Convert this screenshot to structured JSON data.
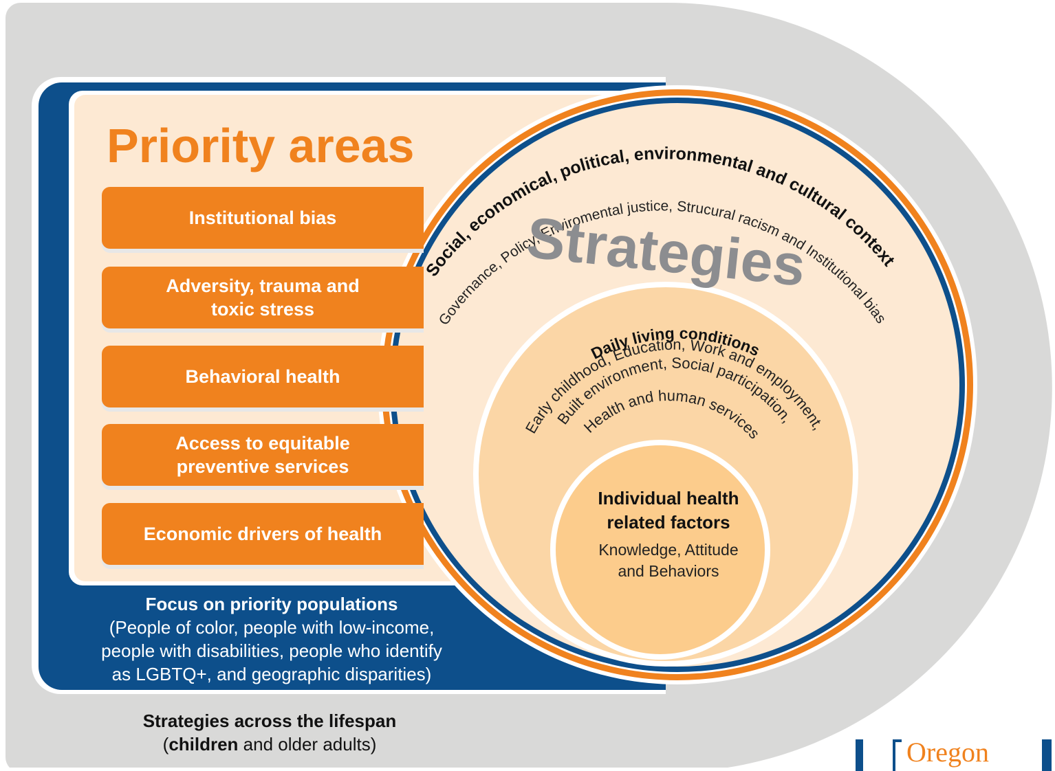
{
  "colors": {
    "orange": "#f0821e",
    "navy": "#0d4f8b",
    "cream": "#fde9d3",
    "peach": "#fbd6a6",
    "core": "#fccc8c",
    "grey_band": "#d9d9d8",
    "strategies_grey": "#8c8d90"
  },
  "title": "Priority areas",
  "priority_areas": [
    {
      "lines": [
        "Institutional bias"
      ]
    },
    {
      "lines": [
        "Adversity, trauma and",
        "toxic stress"
      ]
    },
    {
      "lines": [
        "Behavioral health"
      ]
    },
    {
      "lines": [
        "Access to equitable",
        "preventive services"
      ]
    },
    {
      "lines": [
        "Economic drivers of health"
      ]
    }
  ],
  "strategies_label": "Strategies",
  "outer_ring": {
    "heading": "Social, economical, political, environmental and cultural context",
    "detail": "Governance, Policy, Enviromental justice, Strucural racism and Institutional bias"
  },
  "middle_ring": {
    "heading": "Daily living conditions",
    "detail_lines": [
      "Early childhood, Education, Work and employment,",
      "Built environment, Social participation,",
      "Health and human services"
    ]
  },
  "core": {
    "heading_lines": [
      "Individual health",
      "related factors"
    ],
    "detail_lines": [
      "Knowledge, Attitude",
      "and Behaviors"
    ]
  },
  "populations": {
    "heading": "Focus on priority populations",
    "lines": [
      "(People of color, people with low-income,",
      "people with disabilities, people who identify",
      "as LGBTQ+, and geographic disparities)"
    ]
  },
  "lifespan": {
    "heading": "Strategies across the lifespan",
    "open_paren": "(",
    "bold_word": "children",
    "rest": " and older adults)"
  },
  "logo": {
    "text": "Oregon"
  }
}
